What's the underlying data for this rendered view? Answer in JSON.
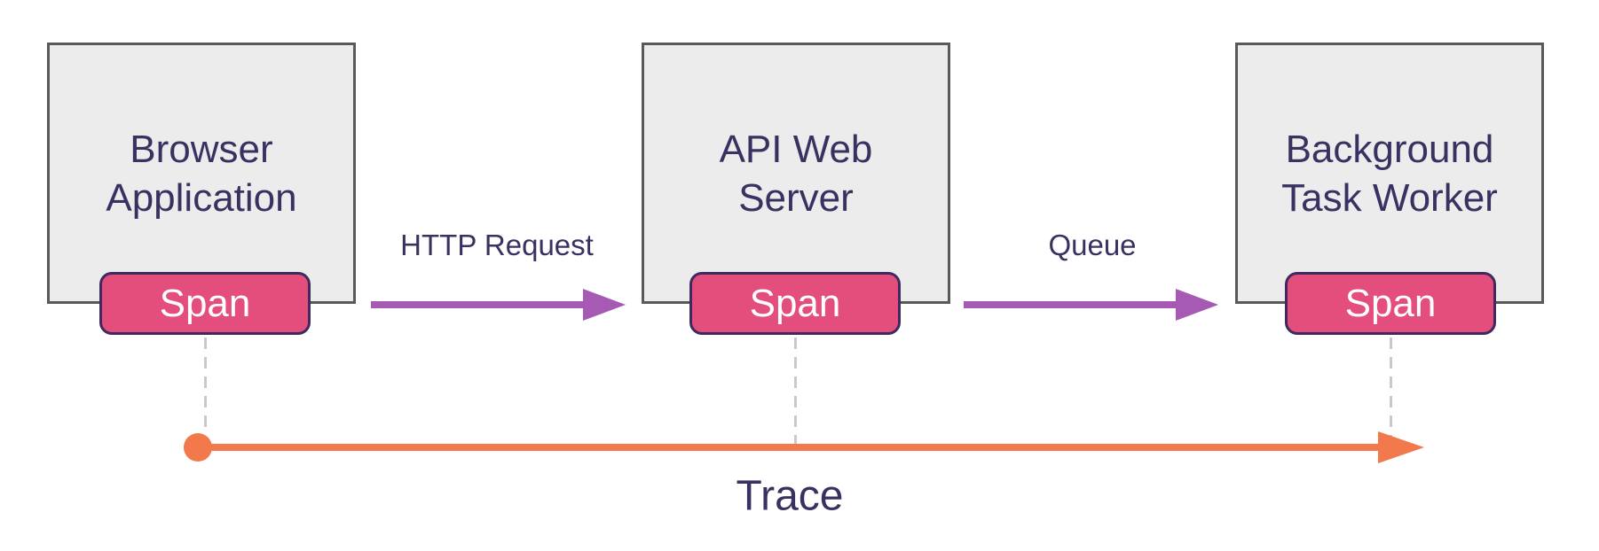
{
  "nodes": [
    {
      "title": "Browser\nApplication",
      "span": "Span"
    },
    {
      "title": "API Web\nServer",
      "span": "Span"
    },
    {
      "title": "Background\nTask Worker",
      "span": "Span"
    }
  ],
  "edges": [
    {
      "label": "HTTP Request"
    },
    {
      "label": "Queue"
    }
  ],
  "trace": {
    "label": "Trace"
  },
  "colors": {
    "box_fill": "#ececec",
    "box_border": "#58595b",
    "text": "#3a3161",
    "span_fill": "#e44e7c",
    "span_border": "#3e2a5e",
    "arrow": "#a65ab4",
    "trace": "#f2794b",
    "dashed": "#c9c9c9",
    "bg": "#ffffff"
  }
}
